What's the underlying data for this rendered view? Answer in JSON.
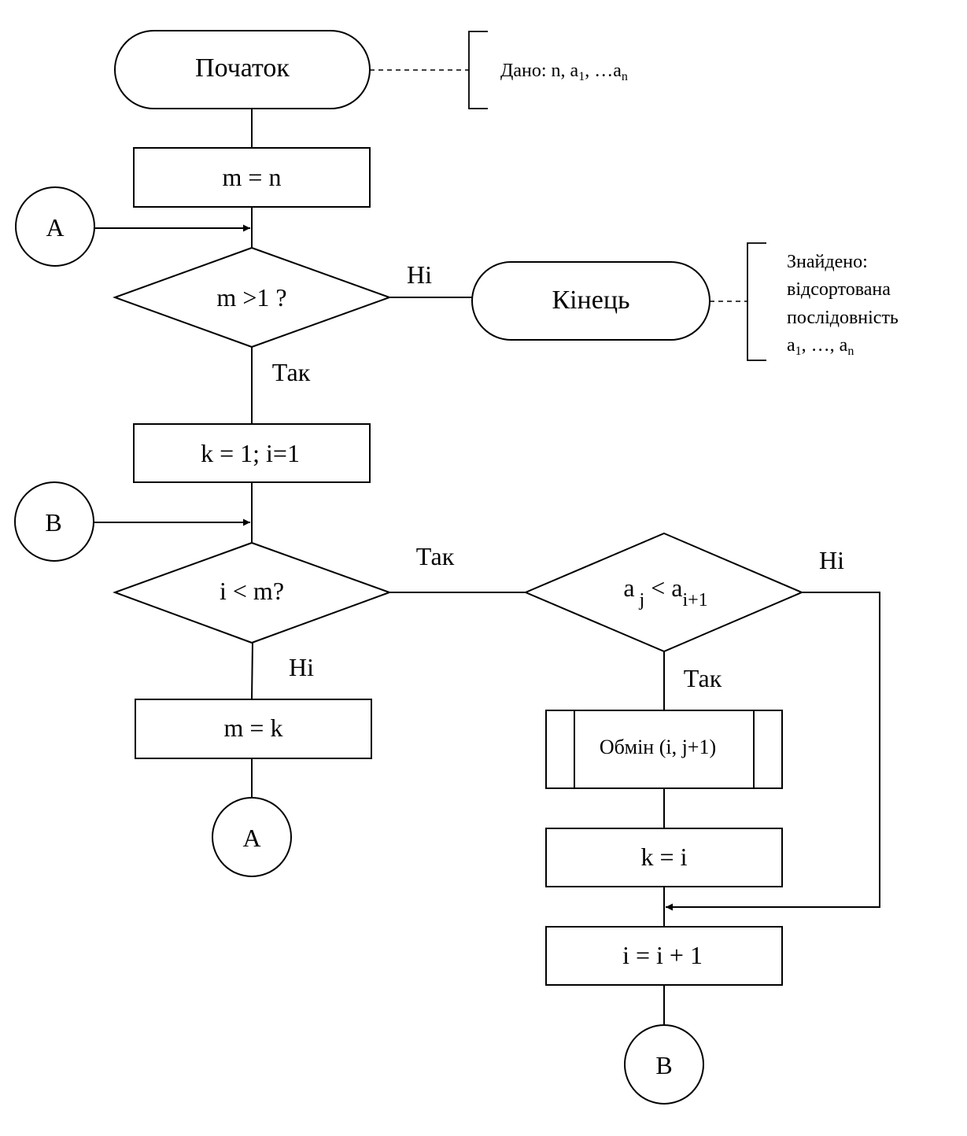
{
  "nodes": {
    "start": "Початок",
    "m_eq_n": "m = n",
    "cond_m": "m >1 ?",
    "end": "Кінець",
    "k_i_init": "k = 1; i=1",
    "cond_i": "i < m?",
    "m_eq_k": "m = k",
    "swap": "Обмін (i, j+1)",
    "k_eq_i": "k = i",
    "i_inc": "i = i + 1"
  },
  "cond_a": {
    "a1": "a",
    "sub1": "j",
    "op": " < ",
    "a2": "a",
    "sub2": "i+1"
  },
  "connectors": {
    "a_top": "A",
    "b_mid": "B",
    "a_bottom": "A",
    "b_bottom": "B"
  },
  "labels": {
    "no_m": "Ні",
    "yes_m": "Так",
    "yes_i": "Так",
    "no_i": "Ні",
    "no_a": "Ні",
    "yes_a": "Так"
  },
  "notes": {
    "given": {
      "prefix": "Дано: n, a",
      "sub1": "1",
      "mid": ", …a",
      "subn": "n"
    },
    "found": {
      "line1": "Знайдено:",
      "line2": "відсортована",
      "line3": "послідовність",
      "line4_a1": "a",
      "line4_sub1": "1",
      "line4_mid": ", …, a",
      "line4_subn": "n"
    }
  }
}
